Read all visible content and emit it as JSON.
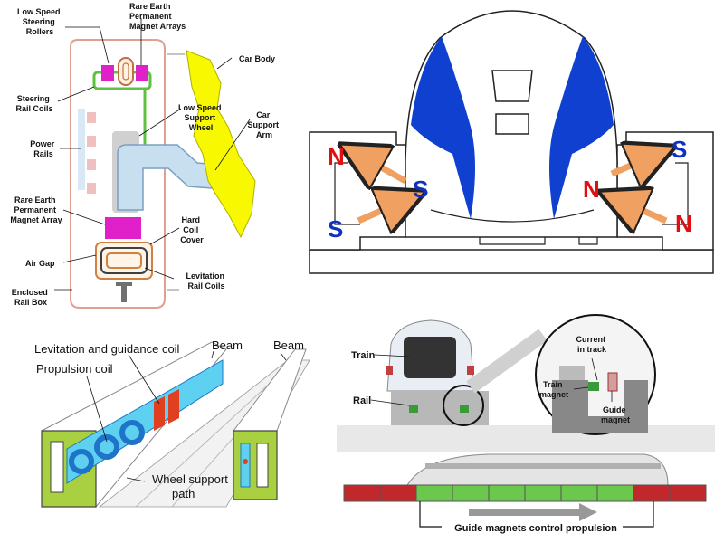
{
  "panel_tl": {
    "labels": {
      "low_speed_steering_rollers": [
        "Low Speed",
        "Steering",
        "Rollers"
      ],
      "rare_earth_magnet_arrays": [
        "Rare Earth",
        "Permanent",
        "Magnet Arrays"
      ],
      "car_body": [
        "Car Body"
      ],
      "steering_rail_coils": [
        "Steering",
        "Rail Coils"
      ],
      "low_speed_support_wheel": [
        "Low Speed",
        "Support",
        "Wheel"
      ],
      "car_support_arm": [
        "Car",
        "Support",
        "Arm"
      ],
      "power_rails": [
        "Power",
        "Rails"
      ],
      "rare_earth_magnet_array": [
        "Rare Earth",
        "Permanent",
        "Magnet Array"
      ],
      "hard_coil_cover": [
        "Hard",
        "Coil",
        "Cover"
      ],
      "air_gap": [
        "Air Gap"
      ],
      "levitation_rail_coils": [
        "Levitation",
        "Rail Coils"
      ],
      "enclosed_rail_box": [
        "Enclosed",
        "Rail Box"
      ]
    },
    "colors": {
      "magnet": "#e020c8",
      "steering_coil": "#98e070",
      "support_arm": "#c8dff0",
      "car_body": "#f8f800",
      "box_outline": "#e0a090"
    }
  },
  "panel_tr": {
    "poles": {
      "left_top": "N",
      "left_bottom": "S",
      "left_inner": "S",
      "right_top": "S",
      "right_bottom": "N",
      "right_inner": "N"
    },
    "colors": {
      "north": "#e01010",
      "south": "#1030c0",
      "nose_stripe": "#1040d0",
      "arrow": "#f0a060"
    }
  },
  "panel_bl": {
    "labels": {
      "beam_left": "Beam",
      "beam_right": "Beam",
      "levitation_guidance_coil": "Levitation and guidance coil",
      "propulsion_coil": "Propulsion coil",
      "wheel_support_path": [
        "Wheel support",
        "path"
      ]
    },
    "colors": {
      "beam_green": "#a8d040",
      "coil_blue": "#1e74c8",
      "guidance_cyan": "#5ed0f0",
      "red_coil": "#e04020"
    }
  },
  "panel_br": {
    "labels": {
      "train": "Train",
      "rail": "Rail",
      "current_in_track": [
        "Current",
        "in track"
      ],
      "train_magnet": [
        "Train",
        "magnet"
      ],
      "guide_magnet": [
        "Guide",
        "magnet"
      ],
      "caption": "Guide magnets control propulsion"
    },
    "colors": {
      "track_red": "#c0282c",
      "track_green": "#6cc84c",
      "body_grey": "#d8d8d8"
    }
  }
}
